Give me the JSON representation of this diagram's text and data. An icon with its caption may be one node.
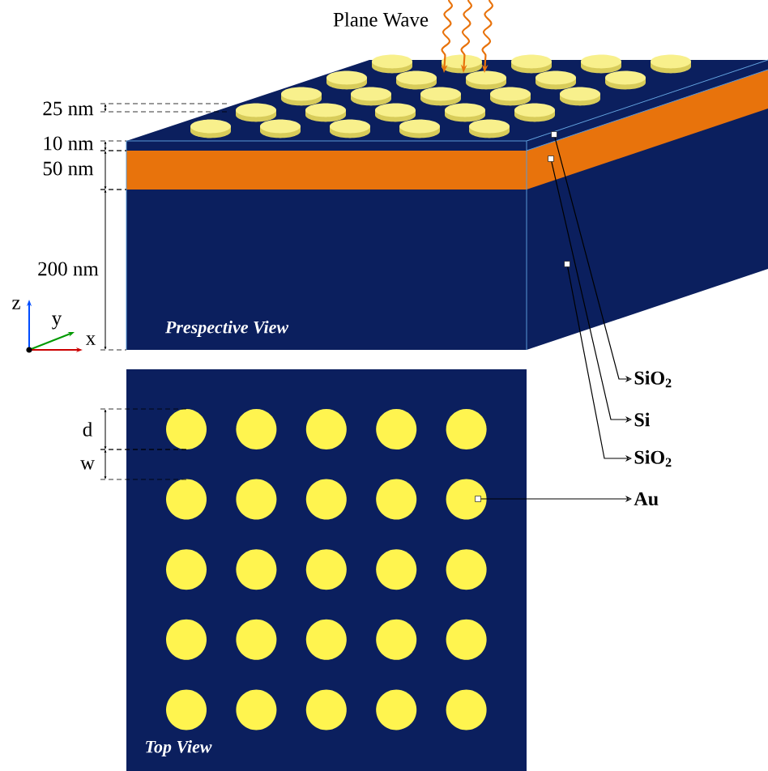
{
  "diagram": {
    "nodes": [
      {
        "text": [],
        "shape": "box"
      },
      {
        "text": [],
        "shape": "box"
      },
      {
        "text": [],
        "shape": "box"
      },
      {
        "text": [],
        "shape": "box"
      },
      {
        "text": [
          "SiO$_{2}$"
        ]
      },
      {
        "text": [
          "Si"
        ]
      },
      {
        "text": [
          "SiO$_{2}$"
        ]
      },
      {
        "text": [
          "Au"
        ]
      }
    ],
    "edges": [
      {
        "from": 0,
        "to": 4,
        "arrow": "to"
      },
      {
        "from": 1,
        "to": 5,
        "arrow": "to"
      },
      {
        "from": 2,
        "to": 6,
        "arrow": "to"
      },
      {
        "from": 3,
        "to": 7,
        "arrow": "to"
      }
    ],
    "labels": [
      "Plane Wave",
      "25 nm",
      "10 nm",
      "50 nm",
      "200 nm",
      "z",
      "y",
      "x",
      "Prespective View",
      "d",
      "w",
      "Top View"
    ]
  }
}
